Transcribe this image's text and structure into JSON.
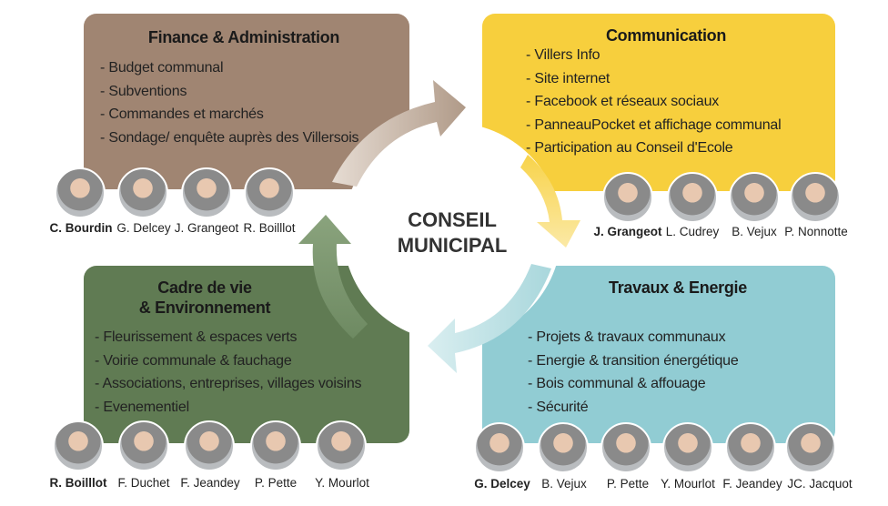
{
  "center": {
    "line1": "CONSEIL",
    "line2": "MUNICIPAL"
  },
  "colors": {
    "finance": "#a08572",
    "communication": "#f7cf3d",
    "cadre": "#607b53",
    "travaux": "#91ccd3"
  },
  "sections": [
    {
      "title": "Finance & Administration",
      "items": [
        "Budget  communal",
        "Subventions",
        "Commandes et marchés",
        "Sondage/ enquête auprès des Villersois"
      ],
      "members": [
        "C. Bourdin",
        "G. Delcey",
        "J. Grangeot",
        "R. Boilllot"
      ]
    },
    {
      "title": "Communication",
      "items": [
        "Villers Info",
        "Site internet",
        "Facebook et réseaux sociaux",
        "PanneauPocket et affichage communal",
        "Participation au Conseil d'Ecole"
      ],
      "members": [
        "J. Grangeot",
        "L. Cudrey",
        "B. Vejux",
        "P. Nonnotte"
      ]
    },
    {
      "title1": "Cadre de vie",
      "title2": "& Environnement",
      "items": [
        "Fleurissement & espaces verts",
        "Voirie communale & fauchage",
        "Associations, entreprises, villages voisins",
        "Evenementiel"
      ],
      "members": [
        "R. Boilllot",
        "F. Duchet",
        "F. Jeandey",
        "P. Pette",
        "Y. Mourlot"
      ]
    },
    {
      "title": "Travaux & Energie",
      "items": [
        "Projets & travaux communaux",
        "Energie & transition énergétique",
        "Bois communal & affouage",
        "Sécurité"
      ],
      "members": [
        "G. Delcey",
        "B. Vejux",
        "P. Pette",
        "Y. Mourlot",
        "F. Jeandey",
        "JC. Jacquot"
      ]
    }
  ]
}
